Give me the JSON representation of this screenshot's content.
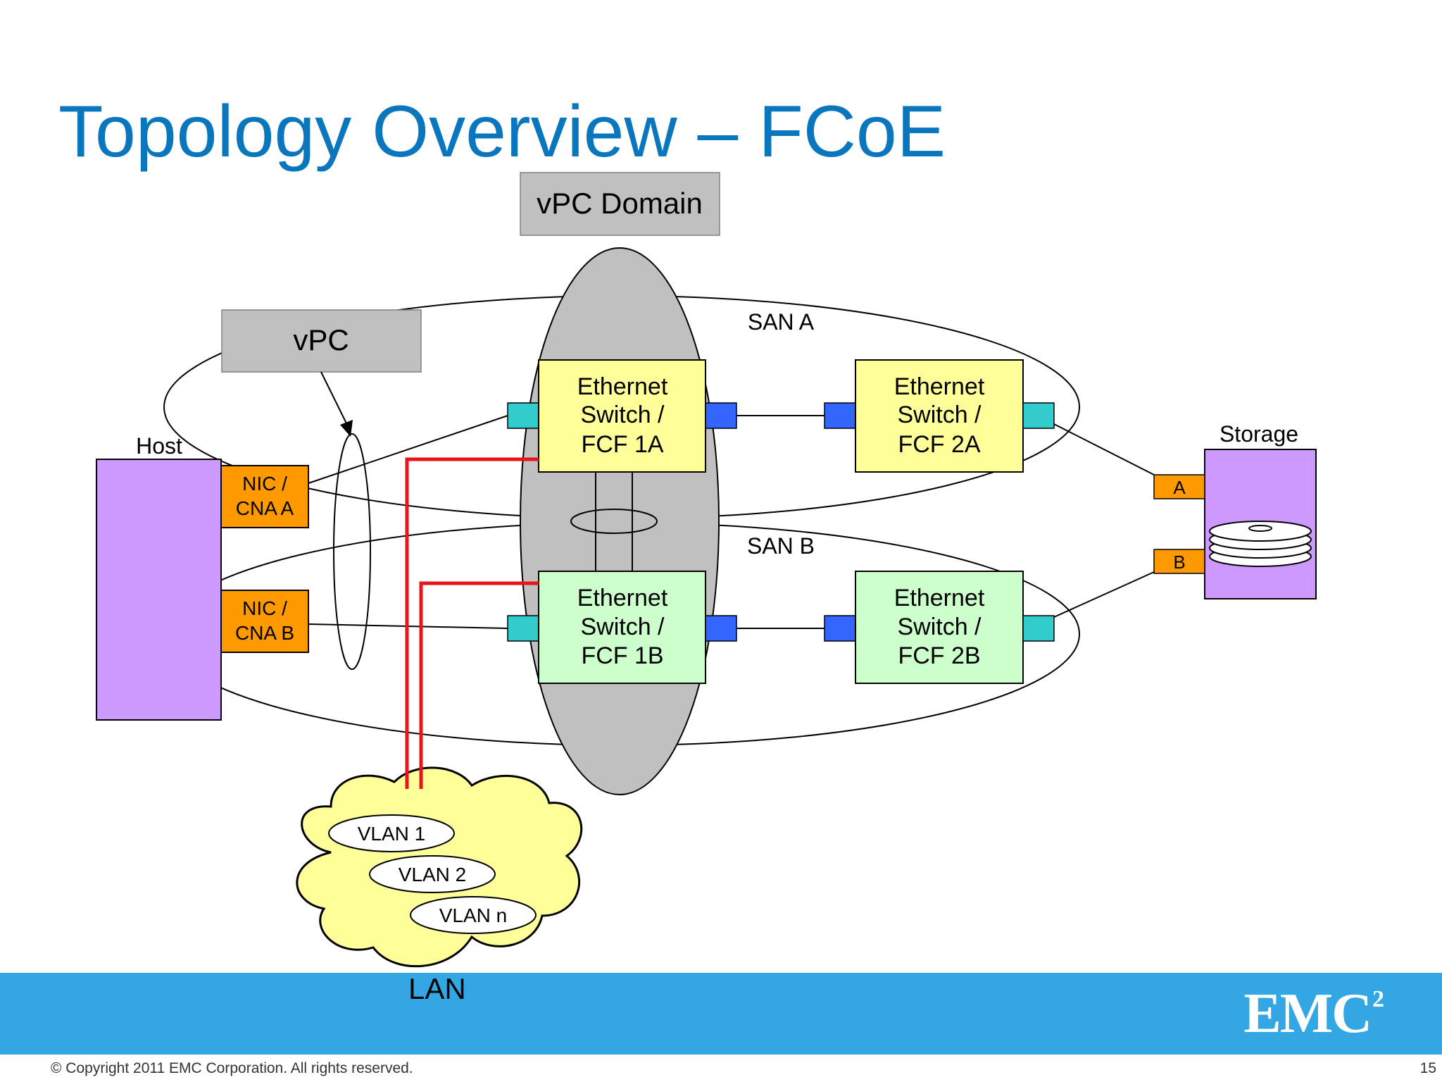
{
  "title": "Topology Overview – FCoE",
  "labels": {
    "vpc_domain": "vPC Domain",
    "vpc": "vPC",
    "host": "Host",
    "nic_a_line1": "NIC /",
    "nic_a_line2": "CNA A",
    "nic_b_line1": "NIC /",
    "nic_b_line2": "CNA B",
    "san_a": "SAN A",
    "san_b": "SAN B",
    "storage": "Storage",
    "port_a": "A",
    "port_b": "B",
    "lan": "LAN"
  },
  "switches": {
    "fcf1a": [
      "Ethernet",
      "Switch /",
      "FCF 1A"
    ],
    "fcf2a": [
      "Ethernet",
      "Switch /",
      "FCF 2A"
    ],
    "fcf1b": [
      "Ethernet",
      "Switch /",
      "FCF 1B"
    ],
    "fcf2b": [
      "Ethernet",
      "Switch /",
      "FCF 2B"
    ]
  },
  "vlans": [
    "VLAN 1",
    "VLAN 2",
    "VLAN n"
  ],
  "footer": {
    "copyright": "© Copyright 2011 EMC Corporation. All rights reserved.",
    "page_number": "15",
    "logo_text": "EMC",
    "logo_sup": "2"
  },
  "colors": {
    "title": "#0a76bd",
    "footer_band": "#33a7e3",
    "host": "#cc99ff",
    "nic": "#ff9900",
    "switch_san_a": "#ffff99",
    "switch_san_b": "#ccffcc",
    "port_teal": "#33cccc",
    "port_blue": "#3366ff",
    "vpc_domain_oval": "#c0c0c0",
    "lan_link": "#e8141c"
  }
}
